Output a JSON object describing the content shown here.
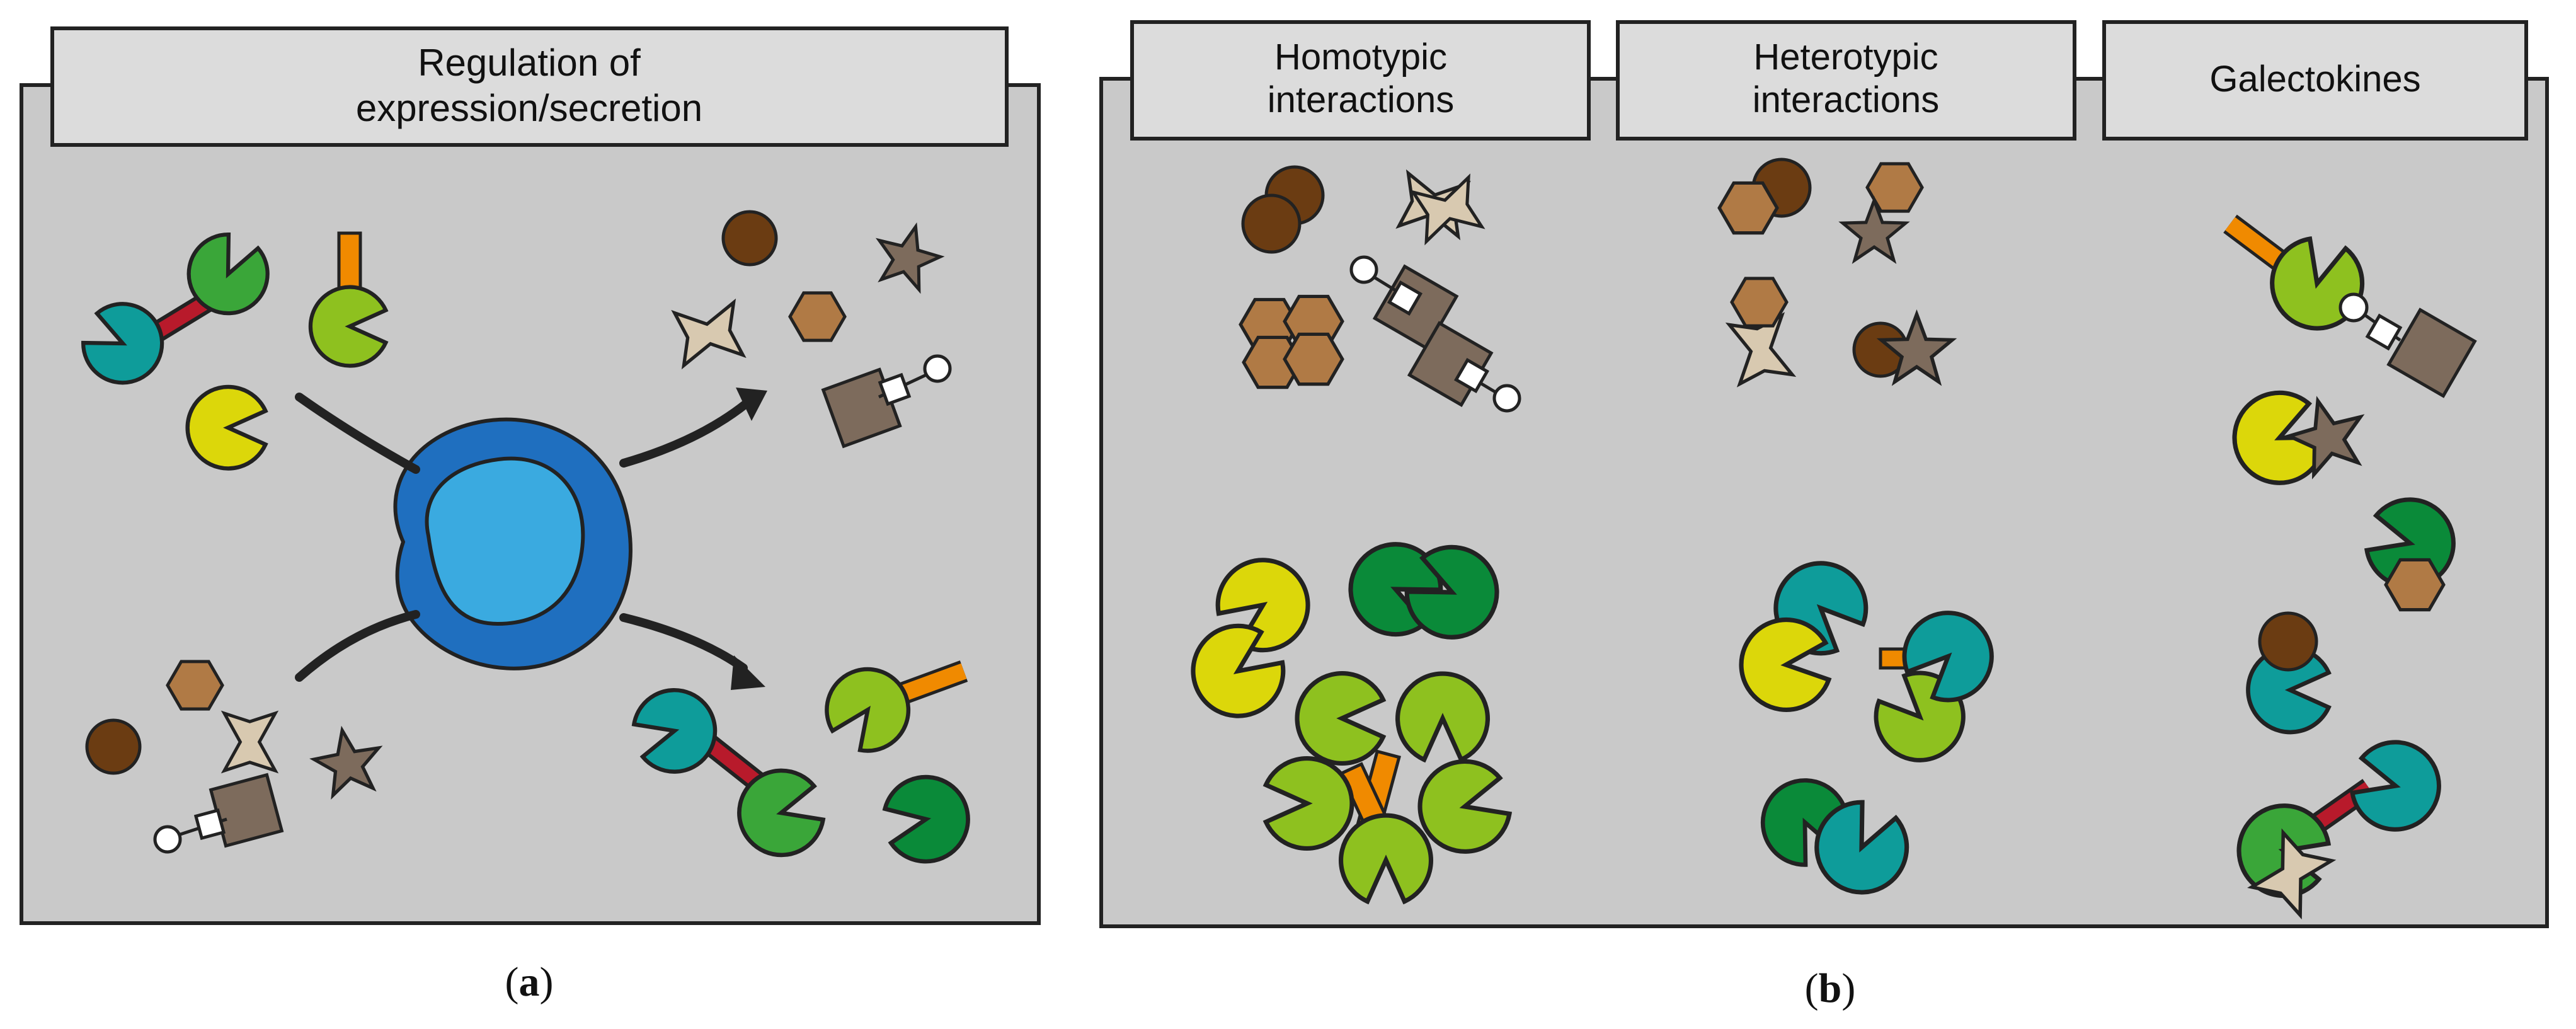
{
  "panels": {
    "a": {
      "header": {
        "line1": "Regulation of",
        "line2": "expression/secretion"
      },
      "caption_letter": "a"
    },
    "b": {
      "headers": [
        {
          "line1": "Homotypic",
          "line2": "interactions"
        },
        {
          "line1": "Heterotypic",
          "line2": "interactions"
        },
        {
          "line1": "Galectokines",
          "line2": ""
        }
      ],
      "caption_letter": "b"
    }
  },
  "colors": {
    "panel_bg": "#c9c9c9",
    "header_bg": "#dcdcdc",
    "outline": "#222222",
    "teal": "#0e9c9a",
    "green": "#3aa639",
    "dark_green": "#0a8a39",
    "lime": "#8ec11f",
    "yellow": "#dcd70a",
    "orange": "#f08a00",
    "red": "#b81a2b",
    "brown": "#6b3c12",
    "tan_brown": "#b07a45",
    "beige": "#d8c9b0",
    "taupe": "#7d6b5c",
    "cell_outer": "#1f6fbf",
    "cell_inner": "#3aaae0"
  }
}
